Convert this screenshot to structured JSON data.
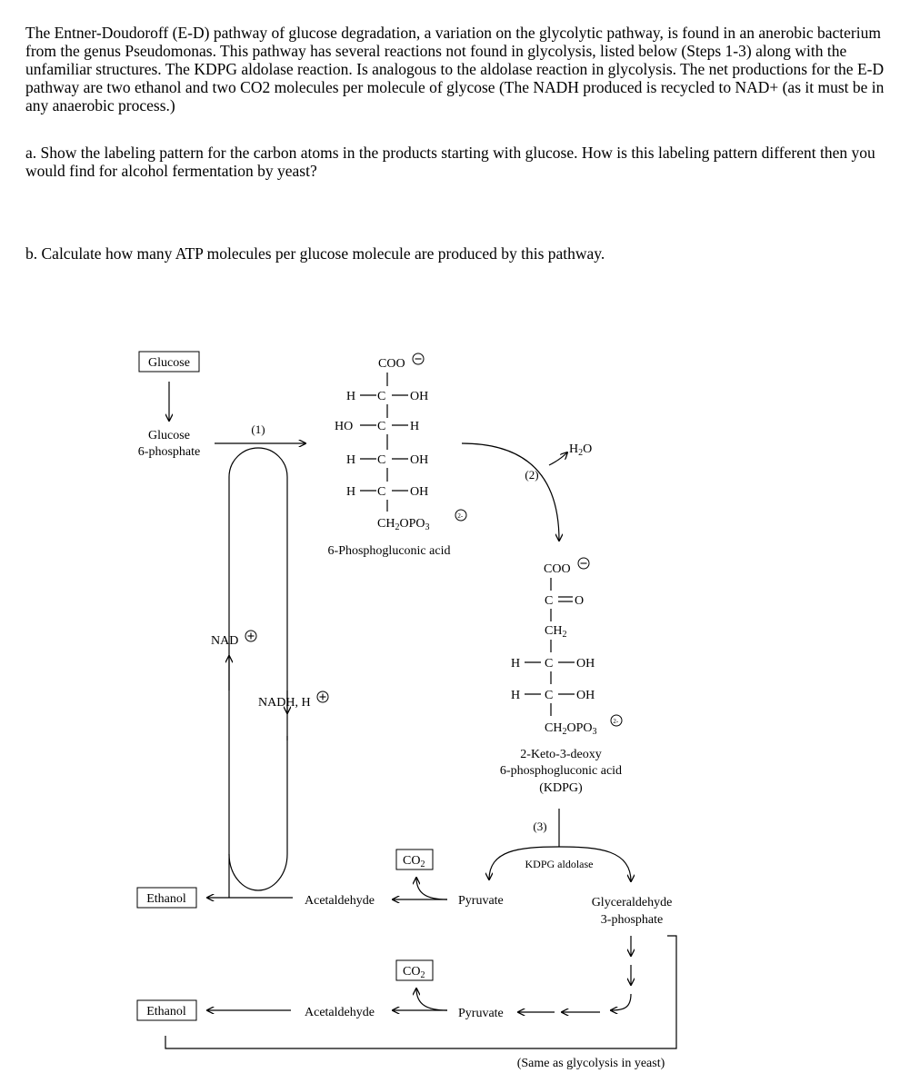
{
  "text": {
    "intro": "The Entner-Doudoroff (E-D) pathway of glucose degradation, a variation on the glycolytic pathway, is found in an anerobic bacterium from the genus Pseudomonas. This pathway has several reactions not found in glycolysis, listed below (Steps 1-3) along with the unfamiliar structures. The KDPG aldolase reaction. Is analogous to the aldolase reaction in glycolysis. The net productions for the E-D pathway are two ethanol and two CO2 molecules per molecule of glycose (The NADH produced is recycled to NAD+ (as it must be in any anaerobic process.)",
    "question_a": "a. Show the labeling pattern for the carbon atoms in the products starting with glucose. How is this labeling pattern different then you would find for alcohol fermentation by yeast?",
    "question_b": "b. Calculate how many ATP molecules per glucose molecule are produced by this pathway."
  },
  "diagram": {
    "glucose": "Glucose",
    "glucose6p_line1": "Glucose",
    "glucose6p_line2": "6-phosphate",
    "step1": "(1)",
    "step2": "(2)",
    "step3": "(3)",
    "nad": "NAD",
    "nadh": "NADH, H",
    "water_h": "H",
    "water_sub": "2",
    "water_o": "O",
    "pg_coo": "COO",
    "pg_r1_left": "H",
    "pg_r1_right": "OH",
    "pg_r2_left": "HO",
    "pg_r2_right": "H",
    "pg_r3_left": "H",
    "pg_r3_right": "OH",
    "pg_r4_left": "H",
    "pg_r4_right": "OH",
    "pg_c": "C",
    "pg_ch2opo3": "CH",
    "pg_name": "6-Phosphogluconic acid",
    "kdpg_coo": "COO",
    "kdpg_co": "C",
    "kdpg_o": "O",
    "kdpg_ch2": "CH",
    "kdpg_r1_left": "H",
    "kdpg_r1_right": "OH",
    "kdpg_r2_left": "H",
    "kdpg_r2_right": "OH",
    "kdpg_c": "C",
    "kdpg_ch2opo3": "CH",
    "kdpg_name1": "2-Keto-3-deoxy",
    "kdpg_name2": "6-phosphogluconic acid",
    "kdpg_name3": "(KDPG)",
    "aldolase": "KDPG aldolase",
    "co2_c": "CO",
    "co2_sub": "2",
    "ethanol": "Ethanol",
    "acetaldehyde": "Acetaldehyde",
    "pyruvate": "Pyruvate",
    "g3p_line1": "Glyceraldehyde",
    "g3p_line2": "3-phosphate",
    "same_as": "(Same as glycolysis in yeast)",
    "opo_part": "OPO",
    "sub_2": "2",
    "sub_3": "3"
  }
}
